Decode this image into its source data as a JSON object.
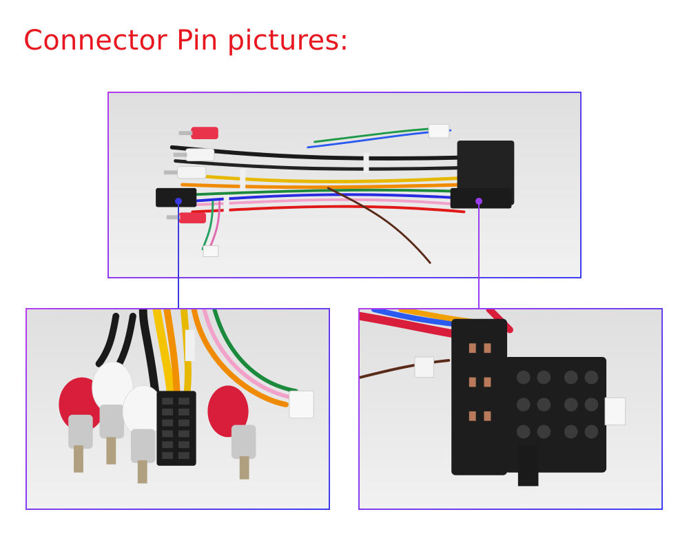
{
  "page": {
    "title": "Connector Pin pictures:",
    "title_color": "#e8161f",
    "frame_color": "#9b3cf0",
    "callout_color": "#5b3cf0"
  },
  "photos": [
    {
      "name": "wiring-harness-overview"
    },
    {
      "name": "16-pin-connector-closeup"
    },
    {
      "name": "iso-connector-closeup"
    }
  ]
}
